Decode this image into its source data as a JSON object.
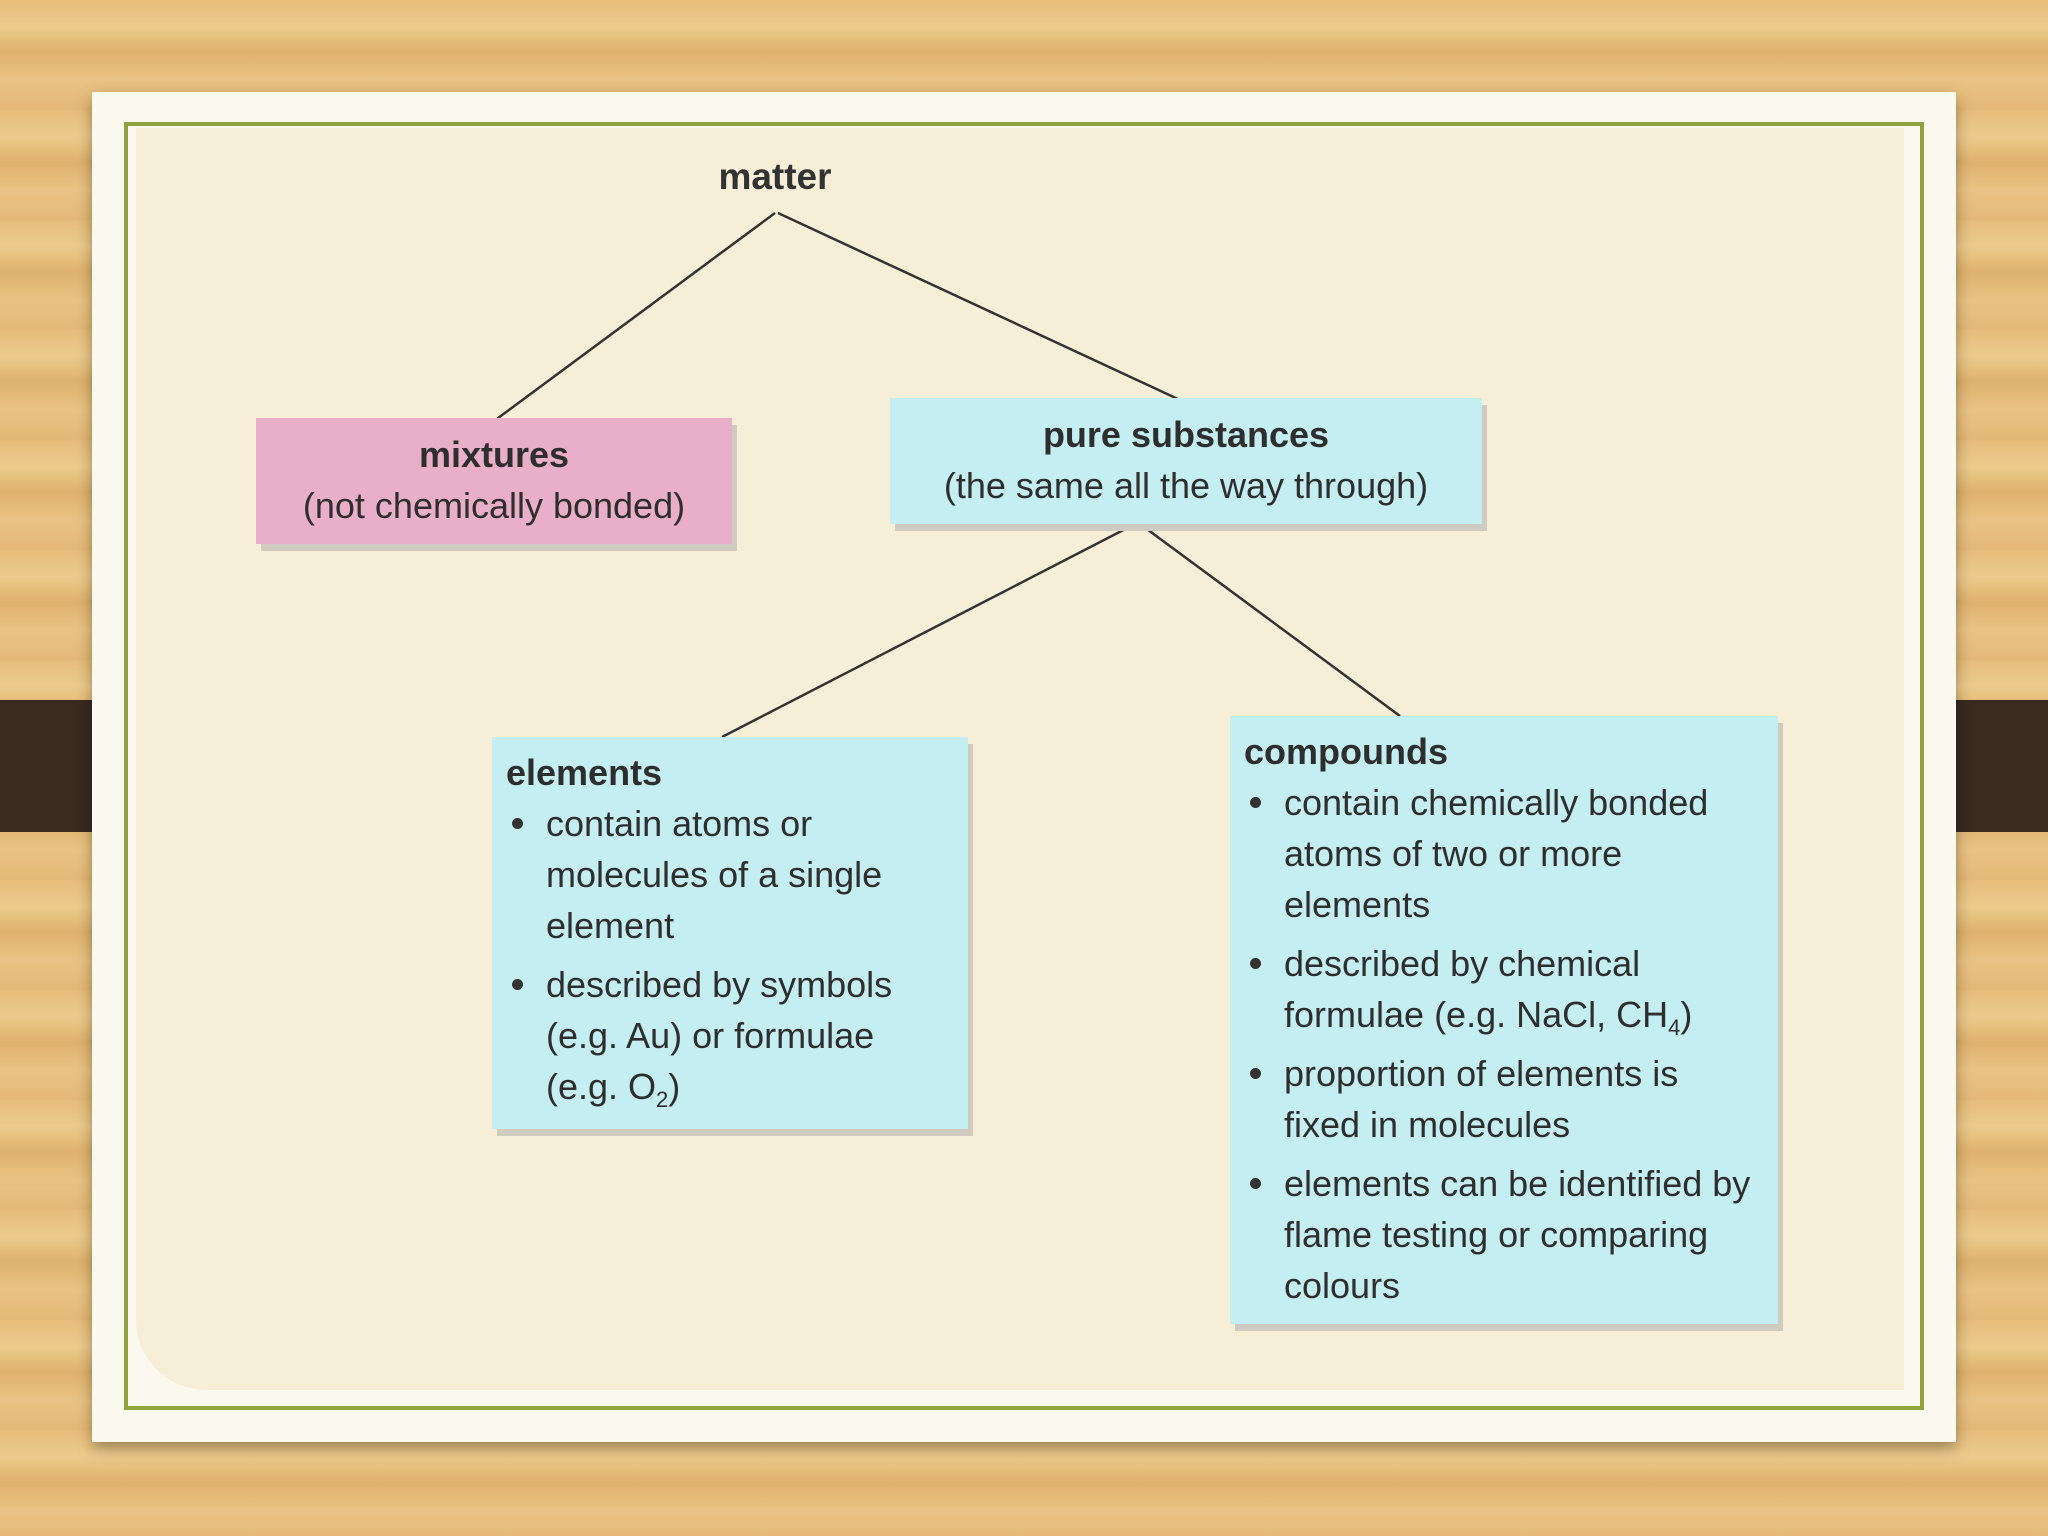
{
  "diagram": {
    "root": "matter",
    "mixtures": {
      "title": "mixtures",
      "subtitle": "(not chemically bonded)"
    },
    "pure_substances": {
      "title": "pure substances",
      "subtitle": "(the same all the way through)"
    },
    "elements": {
      "title": "elements",
      "bullets": [
        "contain atoms or molecules of a single element",
        "described by symbols (e.g. Au) or formulae"
      ],
      "formula_prefix": "(e.g. O",
      "formula_sub": "2",
      "formula_suffix": ")"
    },
    "compounds": {
      "title": "compounds",
      "bullets": [
        "contain chemically bonded atoms of two or more elements",
        "proportion of elements is fixed in molecules",
        "elements can be identified by flame testing or comparing colours"
      ],
      "formula_line_prefix": "described by chemical formulae (e.g. NaCl, CH",
      "formula_sub": "4",
      "formula_suffix": ")"
    }
  },
  "colors": {
    "pink_box": "#e9aec8",
    "cyan_box": "#c4eef2",
    "border_green": "#8fa33f"
  }
}
